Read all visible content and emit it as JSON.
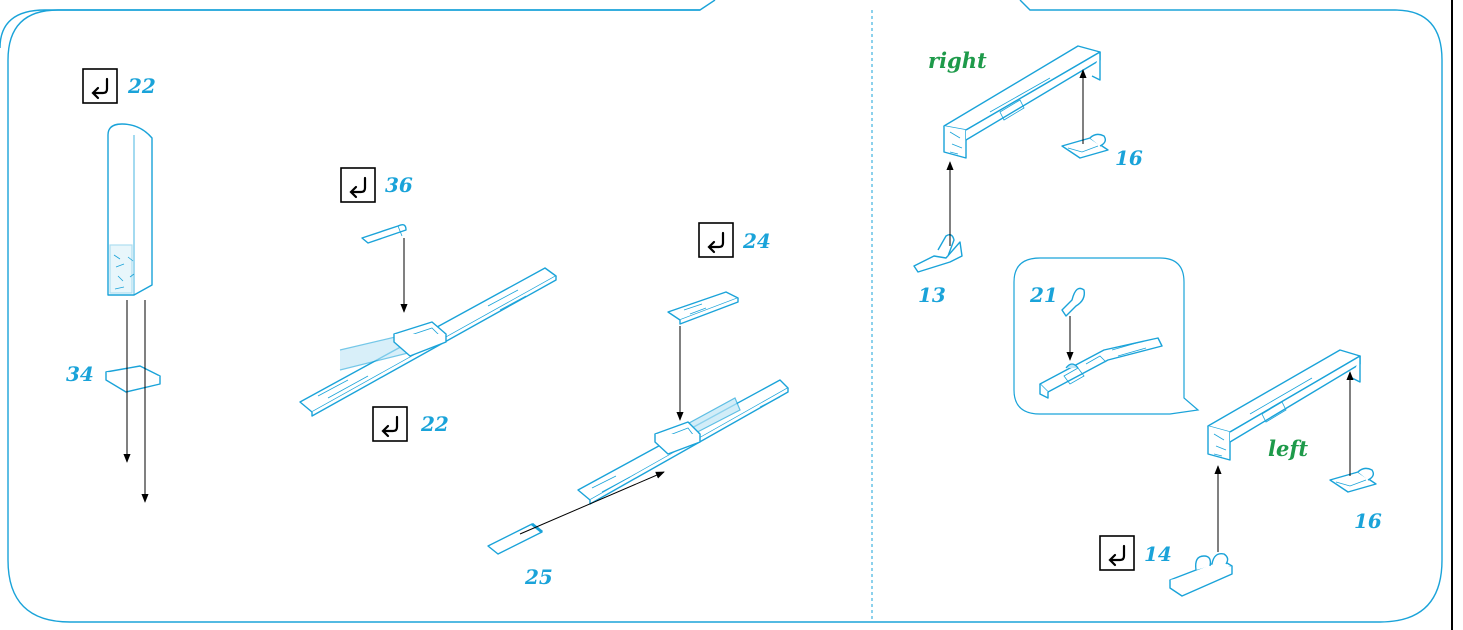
{
  "part_numbers": {
    "p22_top": "22",
    "p34": "34",
    "p36": "36",
    "p22_mid": "22",
    "p24": "24",
    "p25": "25",
    "p16_right": "16",
    "p13": "13",
    "p21": "21",
    "p16_left": "16",
    "p14": "14"
  },
  "labels": {
    "right": "right",
    "left": "left"
  },
  "colors": {
    "part_outline": "#1aa3d9",
    "part_number": "#1aa3d9",
    "side_label": "#1e9a4a",
    "border": "#1aa3d9"
  },
  "icons": {
    "bend": "bend-arrow-icon"
  }
}
